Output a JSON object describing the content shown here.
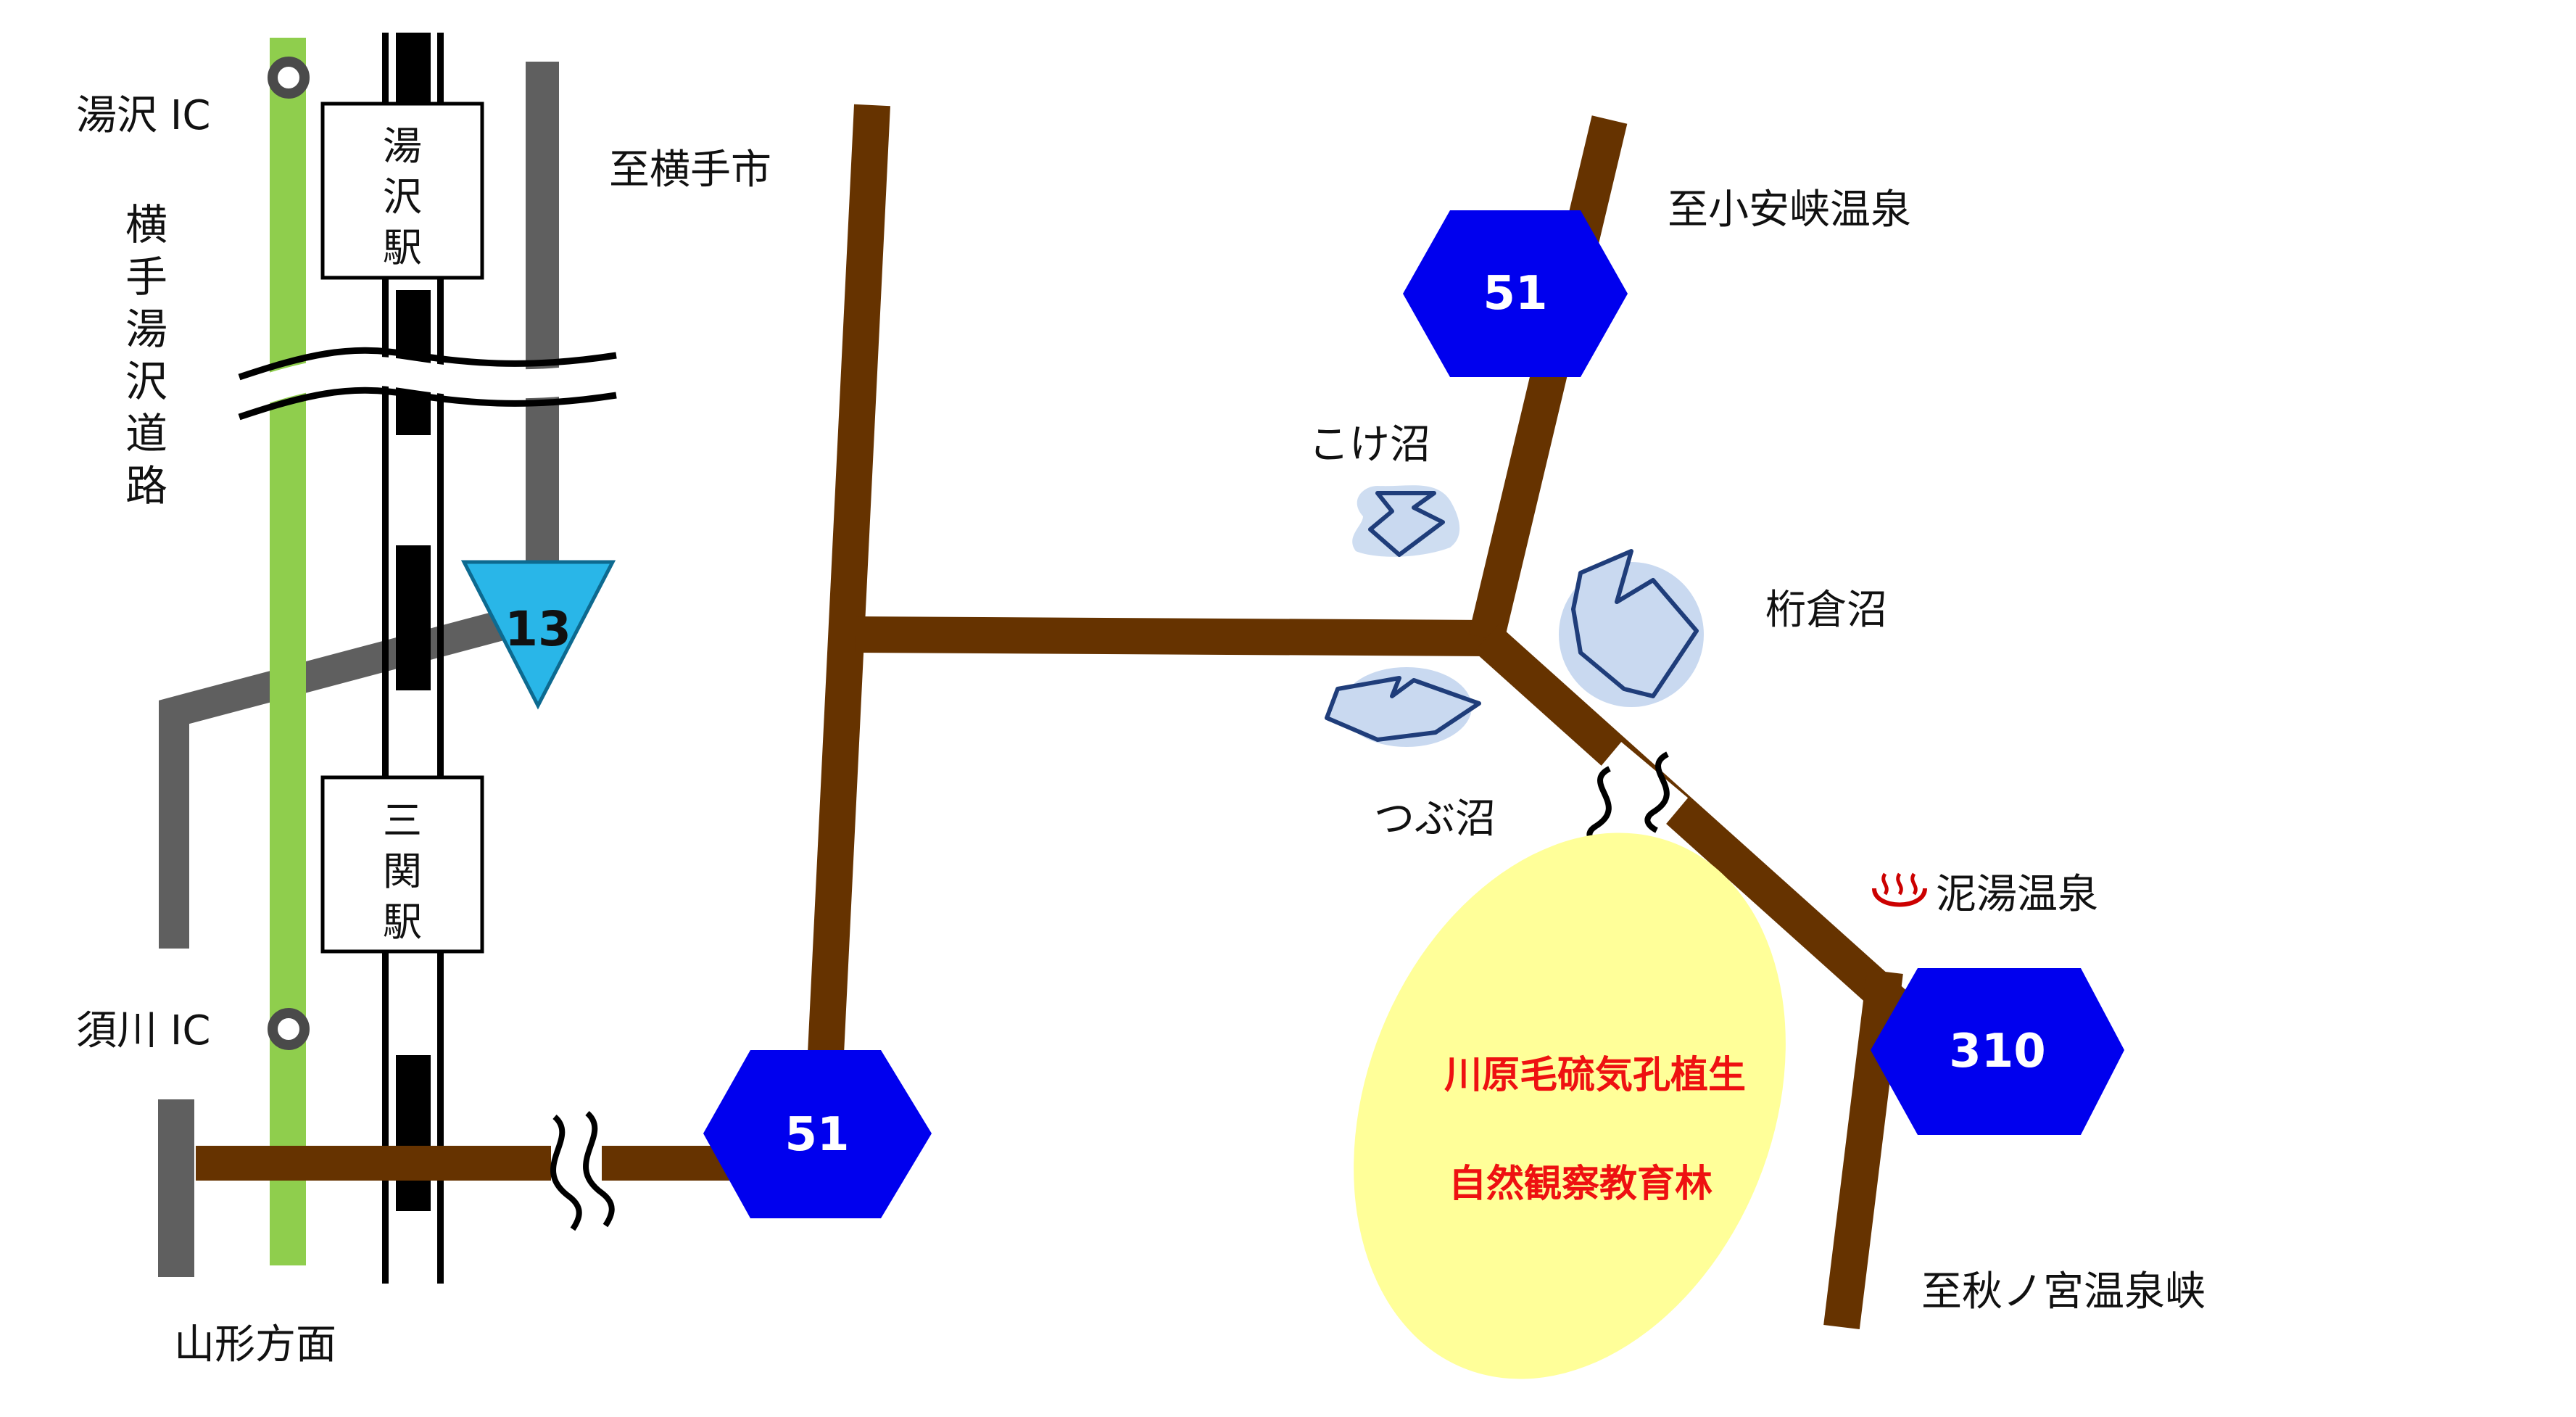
{
  "labels": {
    "yuzawa_ic": "湯沢 IC",
    "sukawa_ic": "須川 IC",
    "expressway_vertical": [
      "横",
      "手",
      "湯",
      "沢",
      "道",
      "路"
    ],
    "yuzawa_station": [
      "湯",
      "沢",
      "駅"
    ],
    "mitsuseki_station": [
      "三",
      "関",
      "駅"
    ],
    "to_yokote": "至横手市",
    "to_koyasukyo": "至小安峡温泉",
    "koke_numa": "こけ沼",
    "ketakura_numa": "桁倉沼",
    "tsubu_numa": "つぶ沼",
    "doroyu_onsen": "泥湯温泉",
    "to_akinomiya": "至秋ノ宮温泉峡",
    "yamagata": "山形方面",
    "forest_line1": "川原毛硫気孔植生",
    "forest_line2": "自然観察教育林"
  },
  "routes": {
    "r13": "13",
    "r51_top": "51",
    "r51_bottom": "51",
    "r310": "310"
  },
  "icons": {
    "onsen": "hot-spring-icon"
  },
  "colors": {
    "road_brown": "#663300",
    "expressway_green": "#8fce4d",
    "gray_road": "#5f5f5f",
    "route_blue": "#0000ee",
    "route13_cyan": "#29b6e8",
    "pond_fill": "#c9d9f0",
    "pond_stroke": "#1f3d7a",
    "forest_yellow": "#ffff99",
    "red_text": "#ee1111",
    "onsen_red": "#cc0000"
  }
}
